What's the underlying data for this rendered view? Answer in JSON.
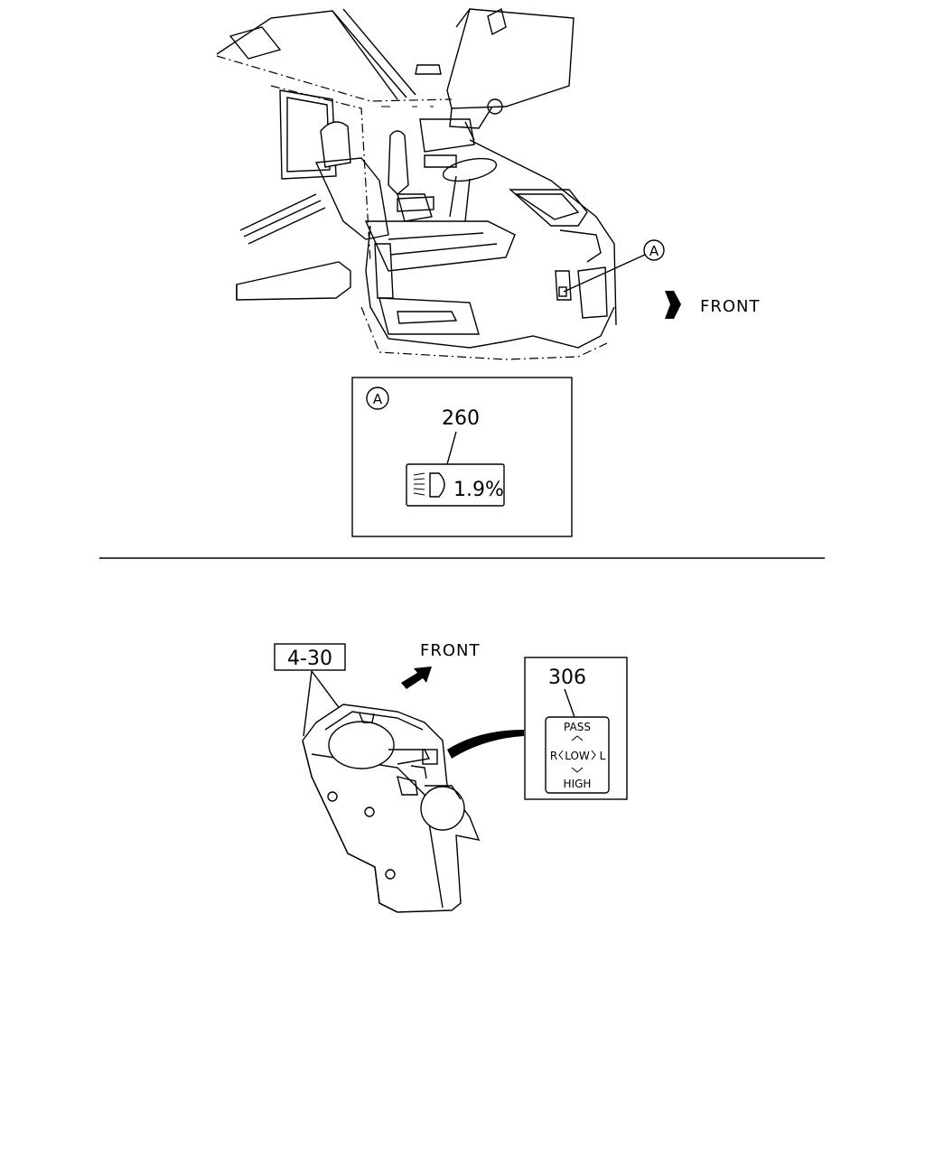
{
  "top_view": {
    "callout_marker": "A",
    "front_label": "FRONT"
  },
  "detail_a": {
    "marker": "A",
    "part_number": "260",
    "switch_readout": "1.9%"
  },
  "lower_view": {
    "ref_label": "4-30",
    "front_label": "FRONT",
    "part_number": "306",
    "switch": {
      "top": "PASS",
      "left": "R",
      "center": "LOW",
      "right": "L",
      "bottom": "HIGH"
    }
  }
}
